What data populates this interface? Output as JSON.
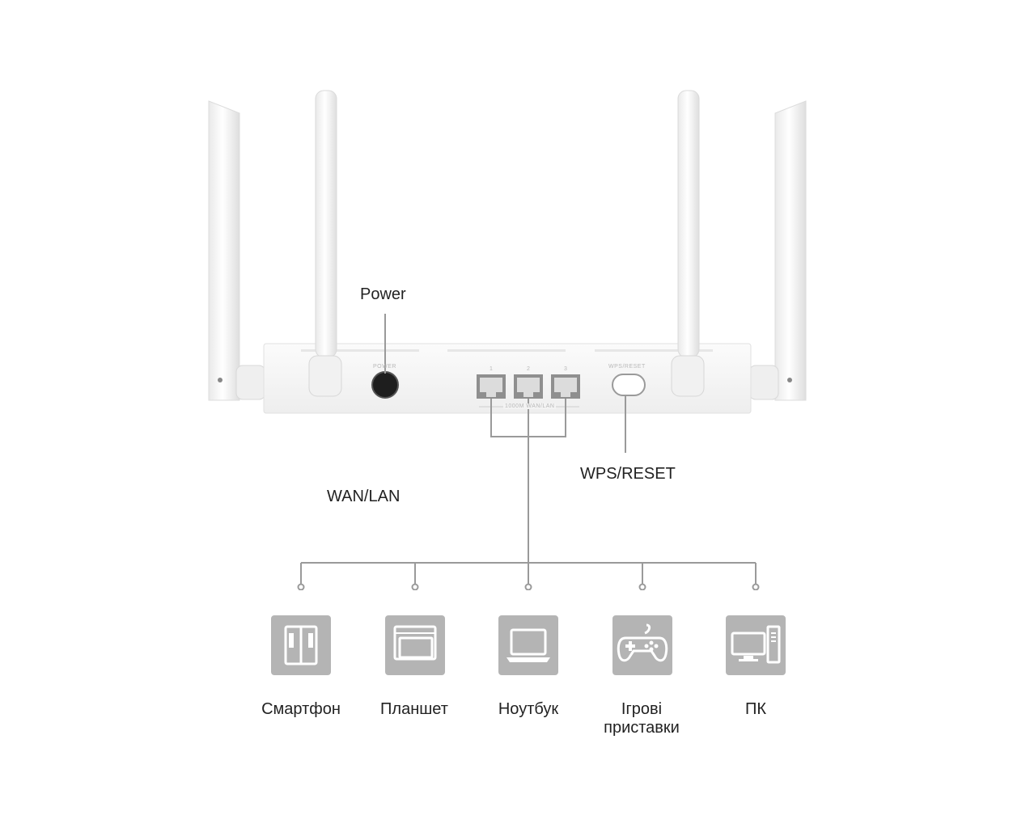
{
  "labels": {
    "power": "Power",
    "wan_lan": "WAN/LAN",
    "wps_reset": "WPS/RESET"
  },
  "panel": {
    "power_tag": "POWER",
    "wps_tag": "WPS/RESET",
    "port_numbers": [
      "1",
      "2",
      "3"
    ],
    "ports_tag": "1000M WAN/LAN"
  },
  "devices": [
    {
      "icon": "smartphone-icon",
      "label": "Смартфон"
    },
    {
      "icon": "tablet-icon",
      "label": "Планшет"
    },
    {
      "icon": "laptop-icon",
      "label": "Ноутбук"
    },
    {
      "icon": "gamepad-icon",
      "label": "Ігрові приставки"
    },
    {
      "icon": "pc-icon",
      "label": "ПК"
    }
  ],
  "colors": {
    "tile": "#b4b4b4",
    "line": "#9a9a9a",
    "router_body": "#f7f7f7"
  }
}
